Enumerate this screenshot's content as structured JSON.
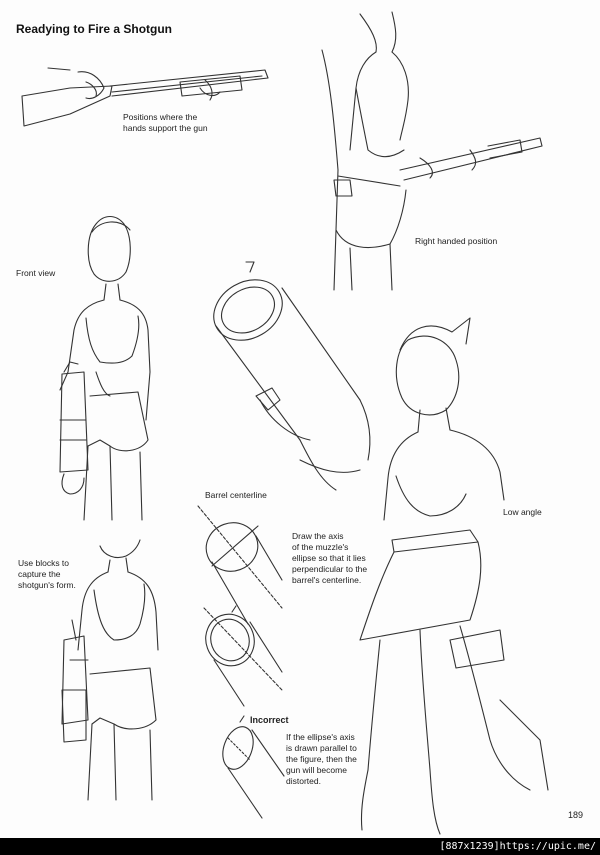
{
  "page_title": "Readying to Fire a Shotgun",
  "captions": {
    "hands_support": [
      "Positions where the",
      "hands support the gun"
    ],
    "right_handed": [
      "Right handed position"
    ],
    "front_view": [
      "Front view"
    ],
    "low_angle": [
      "Low angle"
    ],
    "barrel_centerline": [
      "Barrel centerline"
    ],
    "draw_axis": [
      "Draw the axis",
      "of the muzzle's",
      "ellipse so that it lies",
      "perpendicular to the",
      "barrel's centerline."
    ],
    "use_blocks": [
      "Use blocks to",
      "capture the",
      "shotgun's form."
    ],
    "incorrect_label": "Incorrect",
    "incorrect_text": [
      "If the ellipse's axis",
      "is drawn parallel to",
      "the figure, then the",
      "gun will become",
      "distorted."
    ]
  },
  "page_number": "189",
  "footer": "[887x1239]https://upic.me/"
}
